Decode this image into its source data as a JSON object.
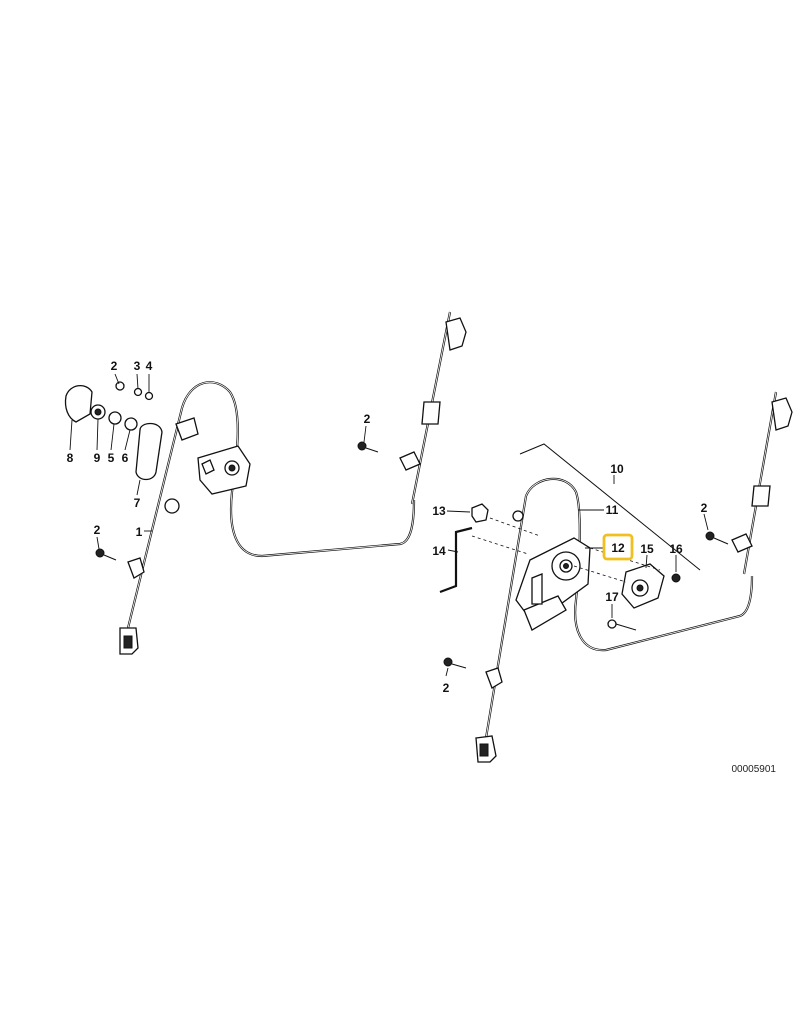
{
  "callouts": {
    "c2a": "2",
    "c3": "3",
    "c4": "4",
    "c8": "8",
    "c9": "9",
    "c5": "5",
    "c6": "6",
    "c7": "7",
    "c1": "1",
    "c2b": "2",
    "c2c": "2",
    "c10": "10",
    "c11": "11",
    "c13": "13",
    "c12": "12",
    "c15": "15",
    "c16": "16",
    "c14": "14",
    "c17": "17",
    "c2d": "2",
    "c2e": "2"
  },
  "highlight_color": "#f0c020",
  "doc_id": "00005901"
}
